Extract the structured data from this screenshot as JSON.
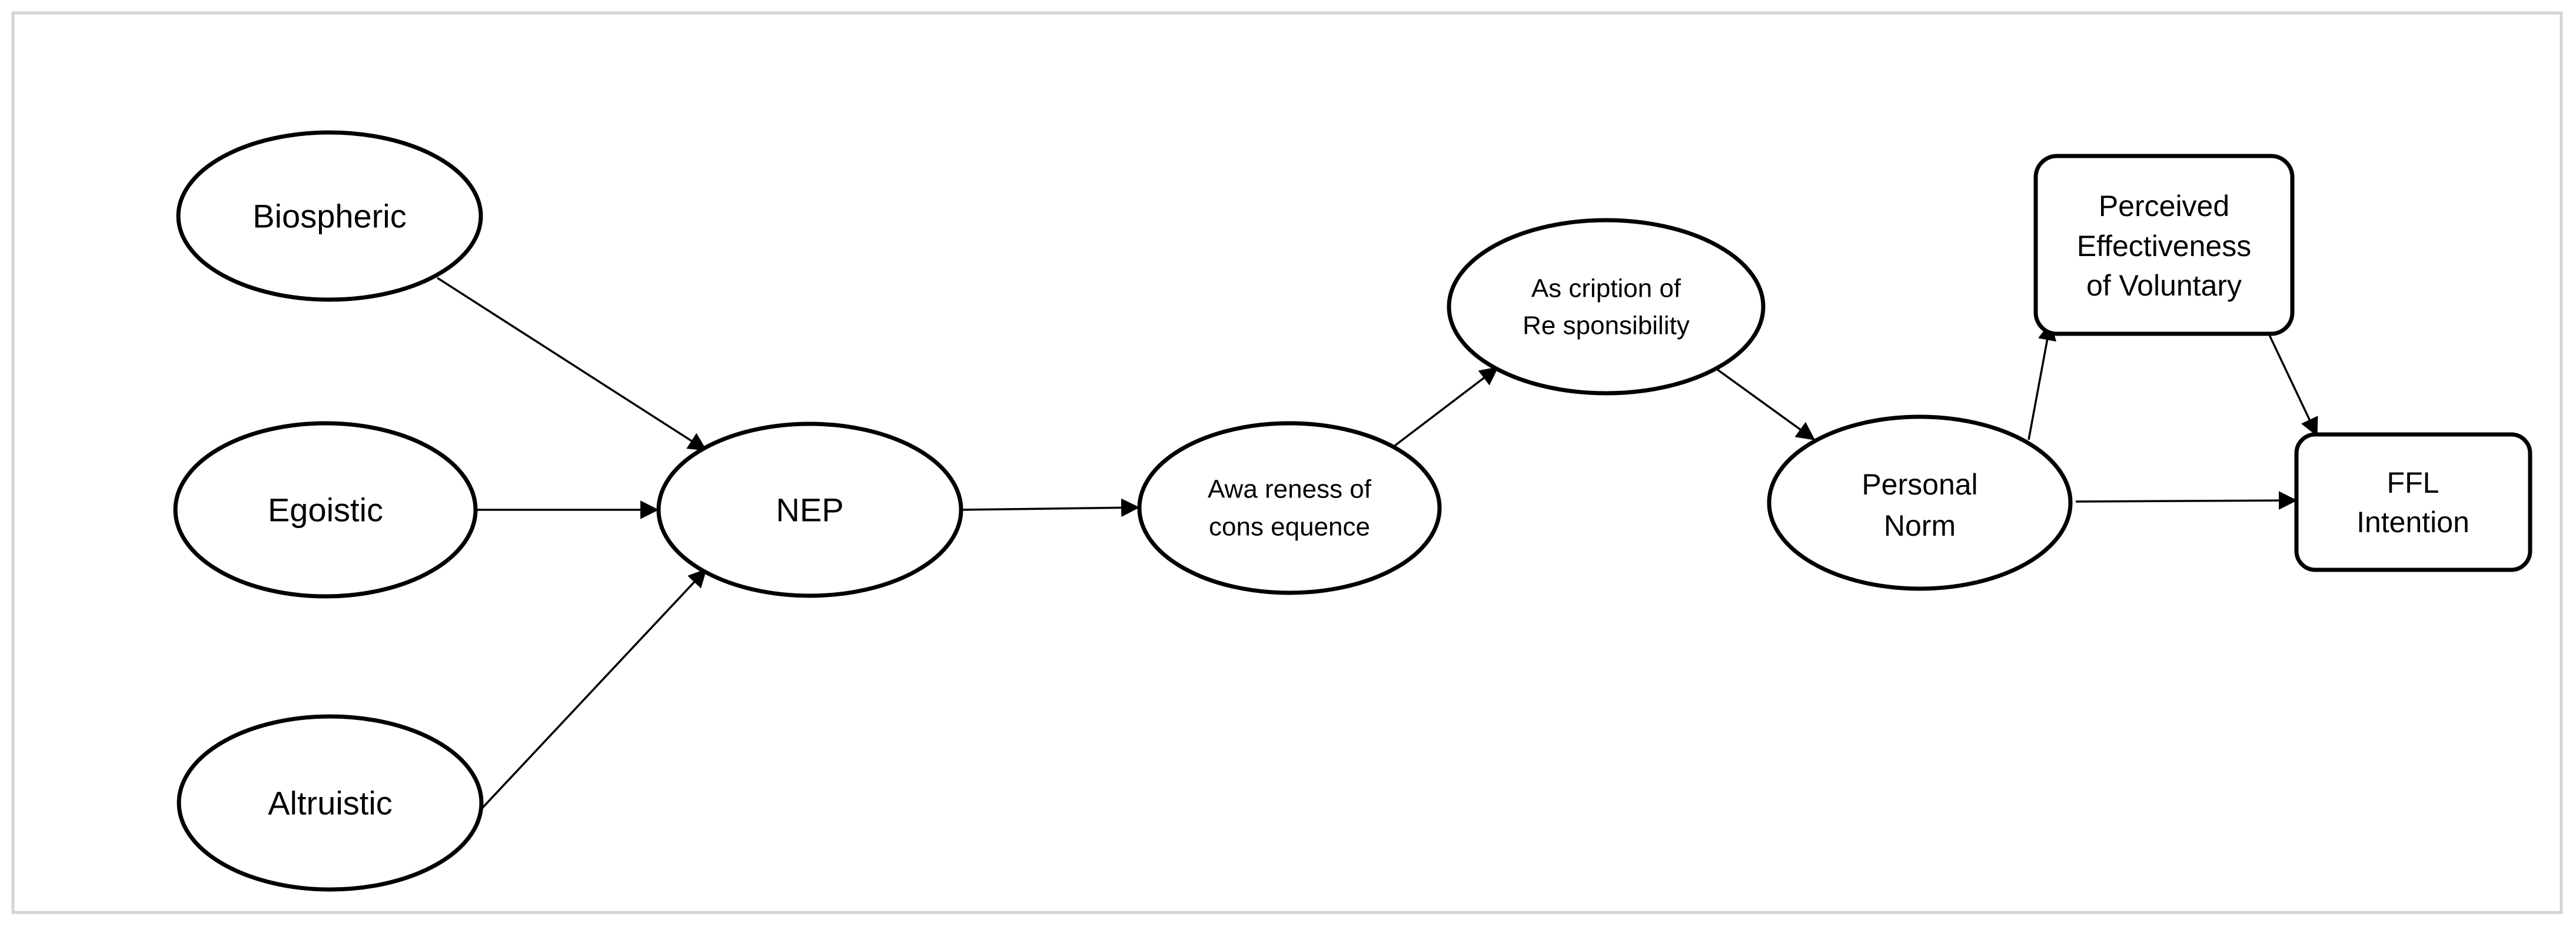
{
  "diagram": {
    "nodes": {
      "biospheric": {
        "label": "Biospheric",
        "shape": "ellipse"
      },
      "egoistic": {
        "label": "Egoistic",
        "shape": "ellipse"
      },
      "altruistic": {
        "label": "Altruistic",
        "shape": "ellipse"
      },
      "nep": {
        "label": "NEP",
        "shape": "ellipse"
      },
      "awareness": {
        "lines": [
          "Awa reness of",
          "cons equence"
        ],
        "shape": "ellipse"
      },
      "ascription": {
        "lines": [
          "As cription of",
          "Re sponsibility"
        ],
        "shape": "ellipse"
      },
      "personal_norm": {
        "lines": [
          "Personal",
          "Norm"
        ],
        "shape": "ellipse"
      },
      "perceived": {
        "lines": [
          "Perceived",
          "Effectiveness",
          "of Voluntary"
        ],
        "shape": "rounded-rectangle"
      },
      "ffl": {
        "lines": [
          "FFL",
          "Intention"
        ],
        "shape": "rounded-rectangle"
      }
    },
    "edges": [
      {
        "from": "Biospheric",
        "to": "NEP"
      },
      {
        "from": "Egoistic",
        "to": "NEP"
      },
      {
        "from": "Altruistic",
        "to": "NEP"
      },
      {
        "from": "NEP",
        "to": "Awareness of consequence"
      },
      {
        "from": "Awareness of consequence",
        "to": "Ascription of Responsibility"
      },
      {
        "from": "Ascription of Responsibility",
        "to": "Personal Norm"
      },
      {
        "from": "Personal Norm",
        "to": "Perceived Effectiveness of Voluntary"
      },
      {
        "from": "Personal Norm",
        "to": "FFL Intention"
      },
      {
        "from": "Perceived Effectiveness of Voluntary",
        "to": "FFL Intention"
      }
    ]
  }
}
